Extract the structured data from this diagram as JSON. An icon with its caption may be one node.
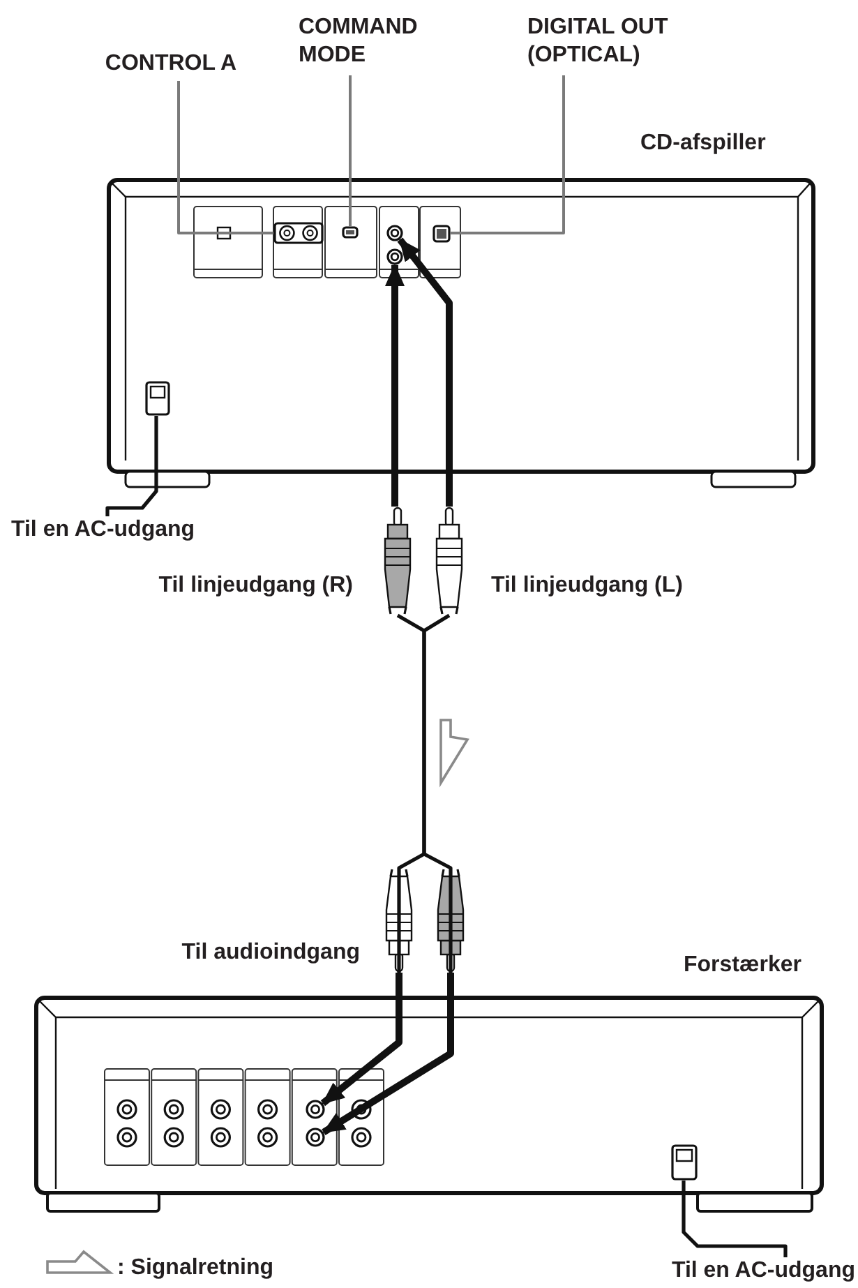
{
  "diagram": {
    "nodes": [
      {
        "text": [
          "CONTROL A"
        ]
      },
      {
        "text": [
          "COMMAND MODE"
        ]
      },
      {
        "text": [
          "DIGITAL OUT (OPTICAL)"
        ]
      },
      {
        "text": [
          "CD-afspiller"
        ]
      },
      {
        "text": [],
        "shape": "box",
        "in": 3
      },
      {
        "text": [],
        "shape": "box",
        "in": 3
      },
      {
        "text": [],
        "shape": "box",
        "in": 3
      },
      {
        "text": [],
        "shape": "circle",
        "in": 3
      },
      {
        "text": [],
        "shape": "circle",
        "in": 3
      },
      {
        "text": [],
        "shape": "box",
        "in": 3
      },
      {
        "text": [
          "Til en AC-udgang"
        ]
      },
      {
        "text": [],
        "shape": "plug",
        "beside": [
          "Til linjeudgang (R)"
        ]
      },
      {
        "text": [],
        "shape": "plug",
        "beside": [
          "Til linjeudgang (L)"
        ]
      },
      {
        "text": [],
        "shape": "plug",
        "beside": [
          "Til audioindgang"
        ]
      },
      {
        "text": [],
        "shape": "plug"
      },
      {
        "text": [
          "Forstærker"
        ]
      },
      {
        "text": [],
        "shape": "circle",
        "in": 15
      },
      {
        "text": [],
        "shape": "circle",
        "in": 15
      },
      {
        "text": [],
        "shape": "box",
        "in": 15
      },
      {
        "text": [
          "Til en AC-udgang"
        ]
      }
    ],
    "edges": [
      {
        "from": 0,
        "to": 4,
        "arrow": "none",
        "color": "#7a7a7a"
      },
      {
        "from": 1,
        "to": 5,
        "arrow": "none",
        "color": "#7a7a7a"
      },
      {
        "from": 2,
        "to": 6,
        "arrow": "none",
        "color": "#7a7a7a"
      },
      {
        "from": 11,
        "to": 8,
        "arrow": "to",
        "style": "thick"
      },
      {
        "from": 12,
        "to": 7,
        "arrow": "to",
        "style": "thick"
      },
      {
        "from": 12,
        "to": 13,
        "arrow": "none"
      },
      {
        "from": 11,
        "to": 14,
        "arrow": "none"
      },
      {
        "from": 13,
        "to": 16,
        "arrow": "to",
        "style": "thick"
      },
      {
        "from": 14,
        "to": 17,
        "arrow": "to",
        "style": "thick"
      },
      {
        "from": 9,
        "to": 10,
        "arrow": "none"
      },
      {
        "from": 18,
        "to": 19,
        "arrow": "none"
      }
    ],
    "legend": [
      {
        "text": ": Signalretning"
      }
    ]
  }
}
